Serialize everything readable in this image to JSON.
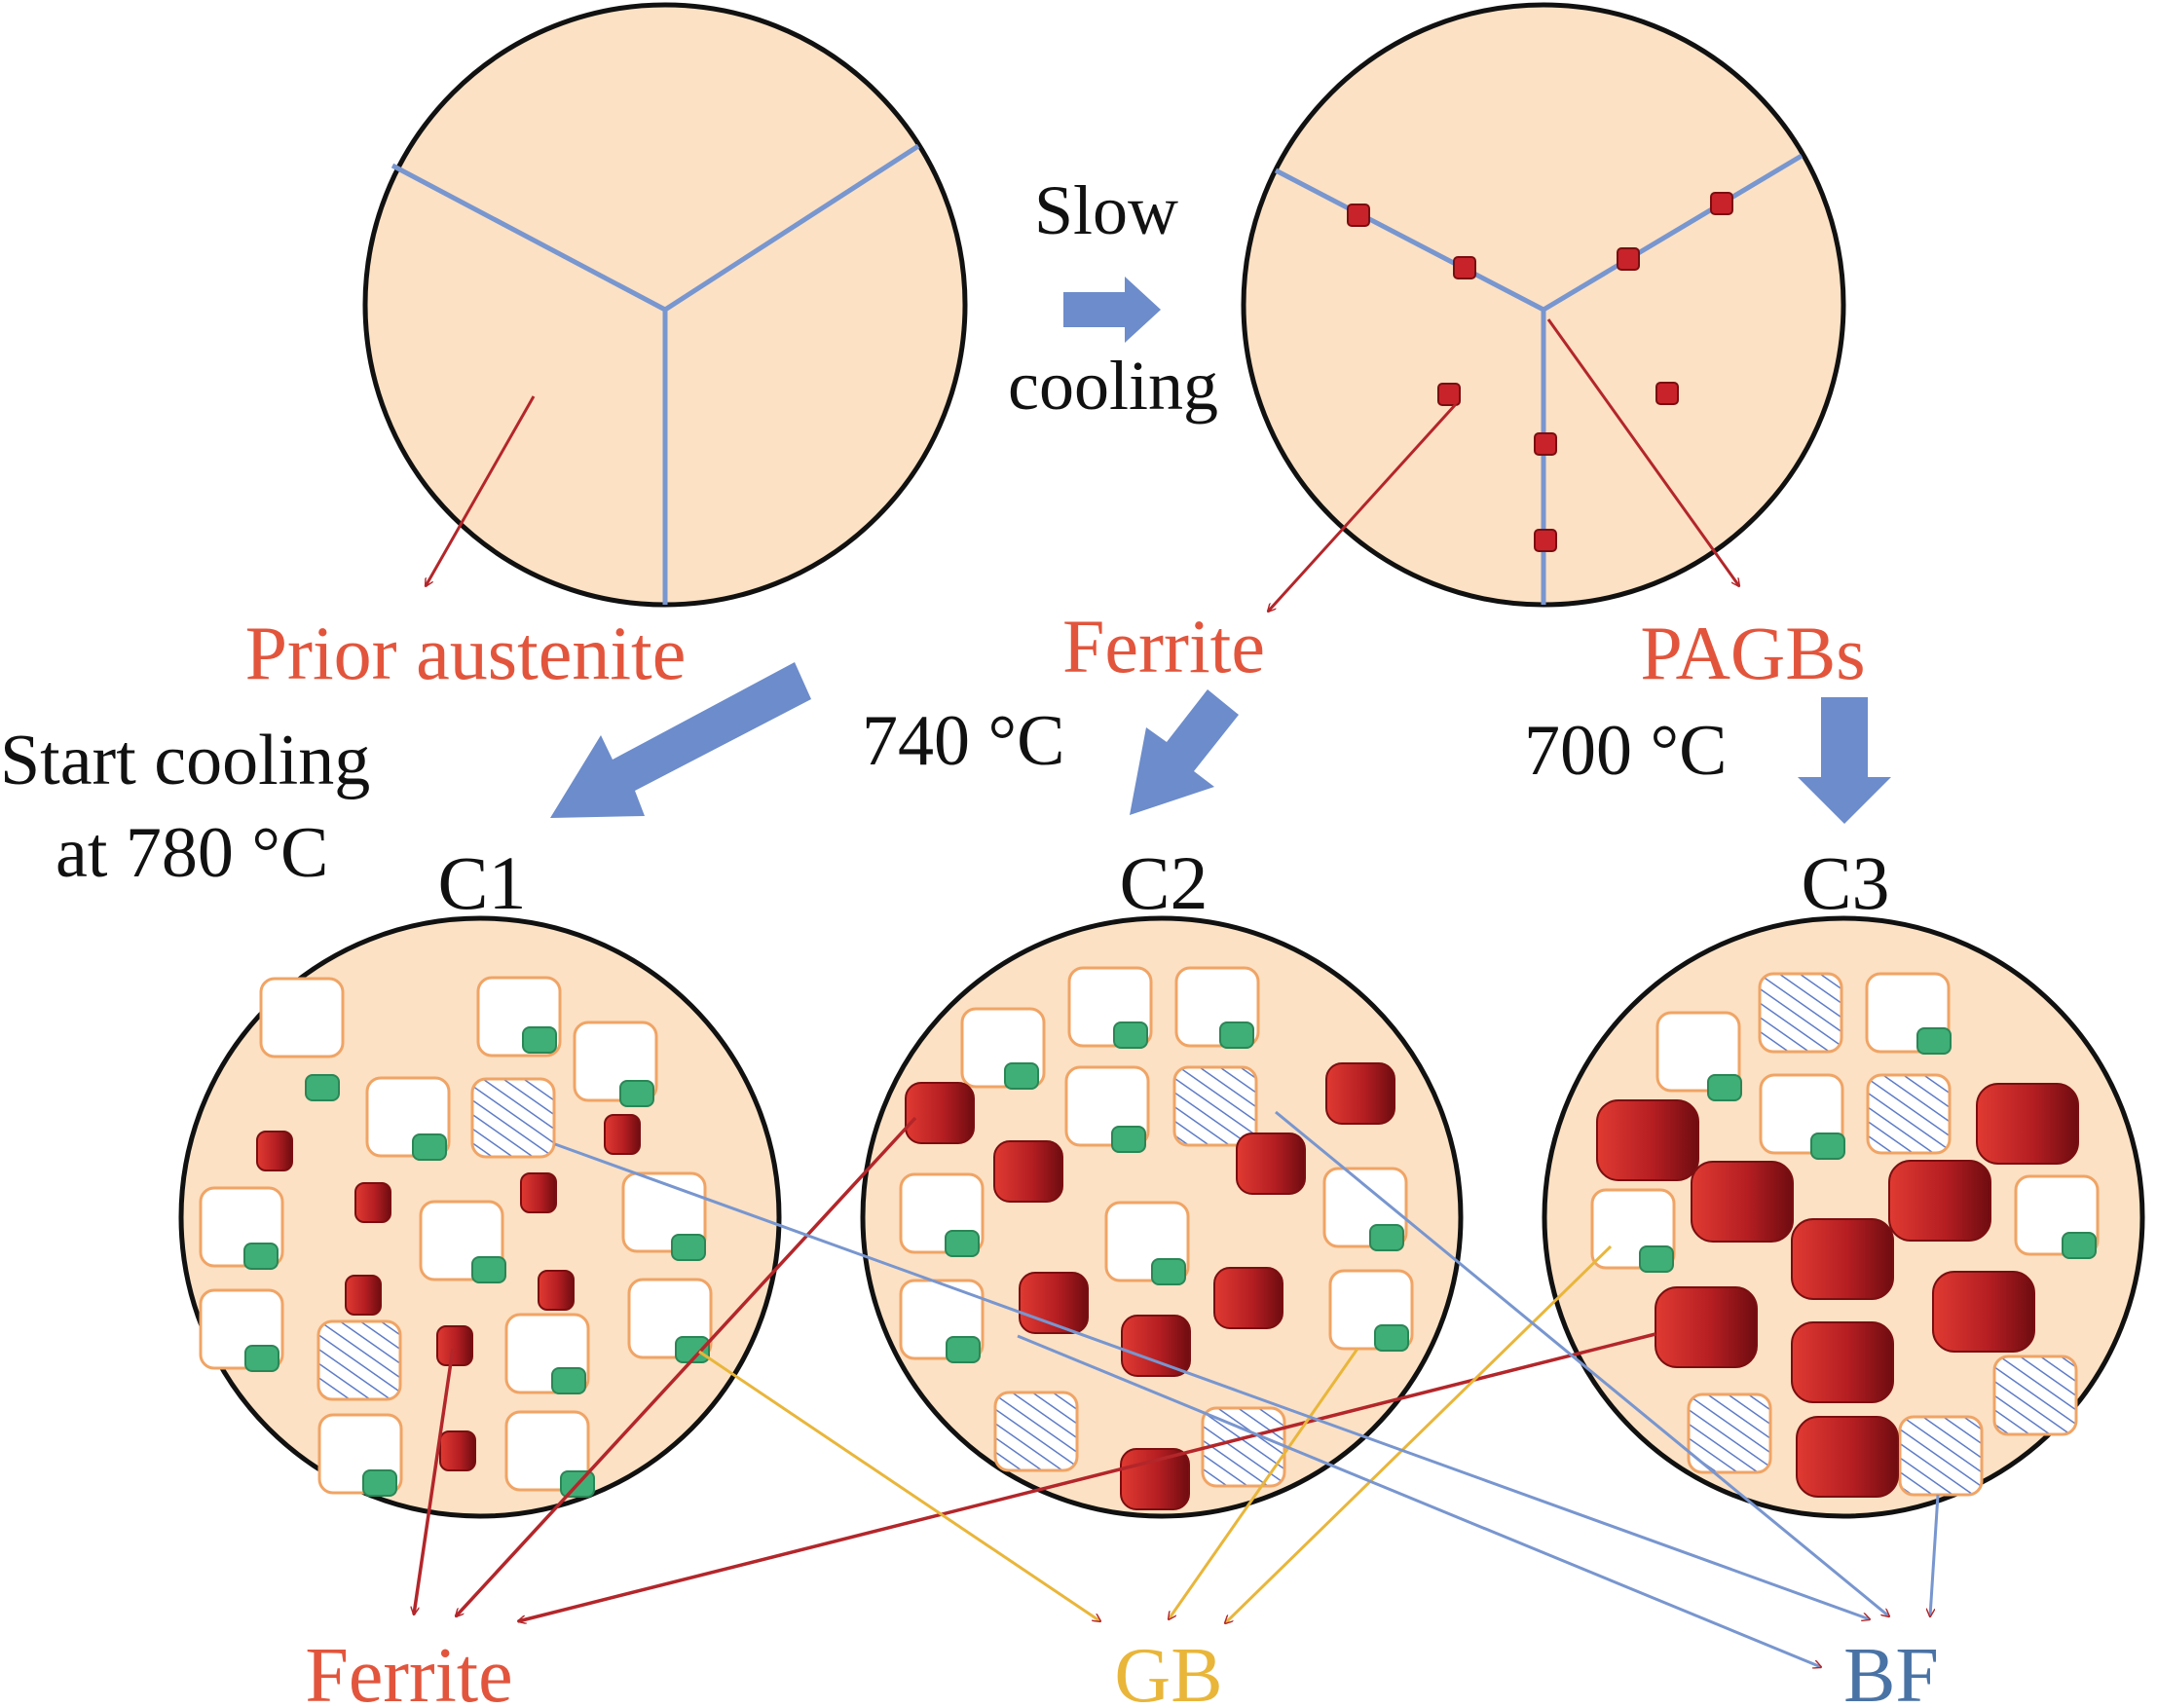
{
  "colors": {
    "grain_fill": "#FCE1C4",
    "outline": "#111111",
    "boundary_blue": "#7896CF",
    "arrow_blue": "#6C8CCB",
    "ferrite_red": "#D3322D",
    "ferrite_dark": "#7E0F12",
    "gb_yellow": "#E9B63A",
    "bf_blue": "#4A73A5",
    "cell_orange": "#F0A465",
    "green_mv": "#3FAF77",
    "hatch_blue": "#5E7CC7",
    "label_red": "#E2553C",
    "text_black": "#111111"
  },
  "labels": {
    "slow": "Slow",
    "cooling": "cooling",
    "prior_austenite": "Prior austenite",
    "ferrite_top": "Ferrite",
    "pagbs": "PAGBs",
    "start_cooling": "Start cooling",
    "at_780": "at 780 °C",
    "t740": "740 °C",
    "t700": "700 °C",
    "c1": "C1",
    "c2": "C2",
    "c3": "C3",
    "ferrite_bottom": "Ferrite",
    "gb": "GB",
    "bf": "BF"
  }
}
